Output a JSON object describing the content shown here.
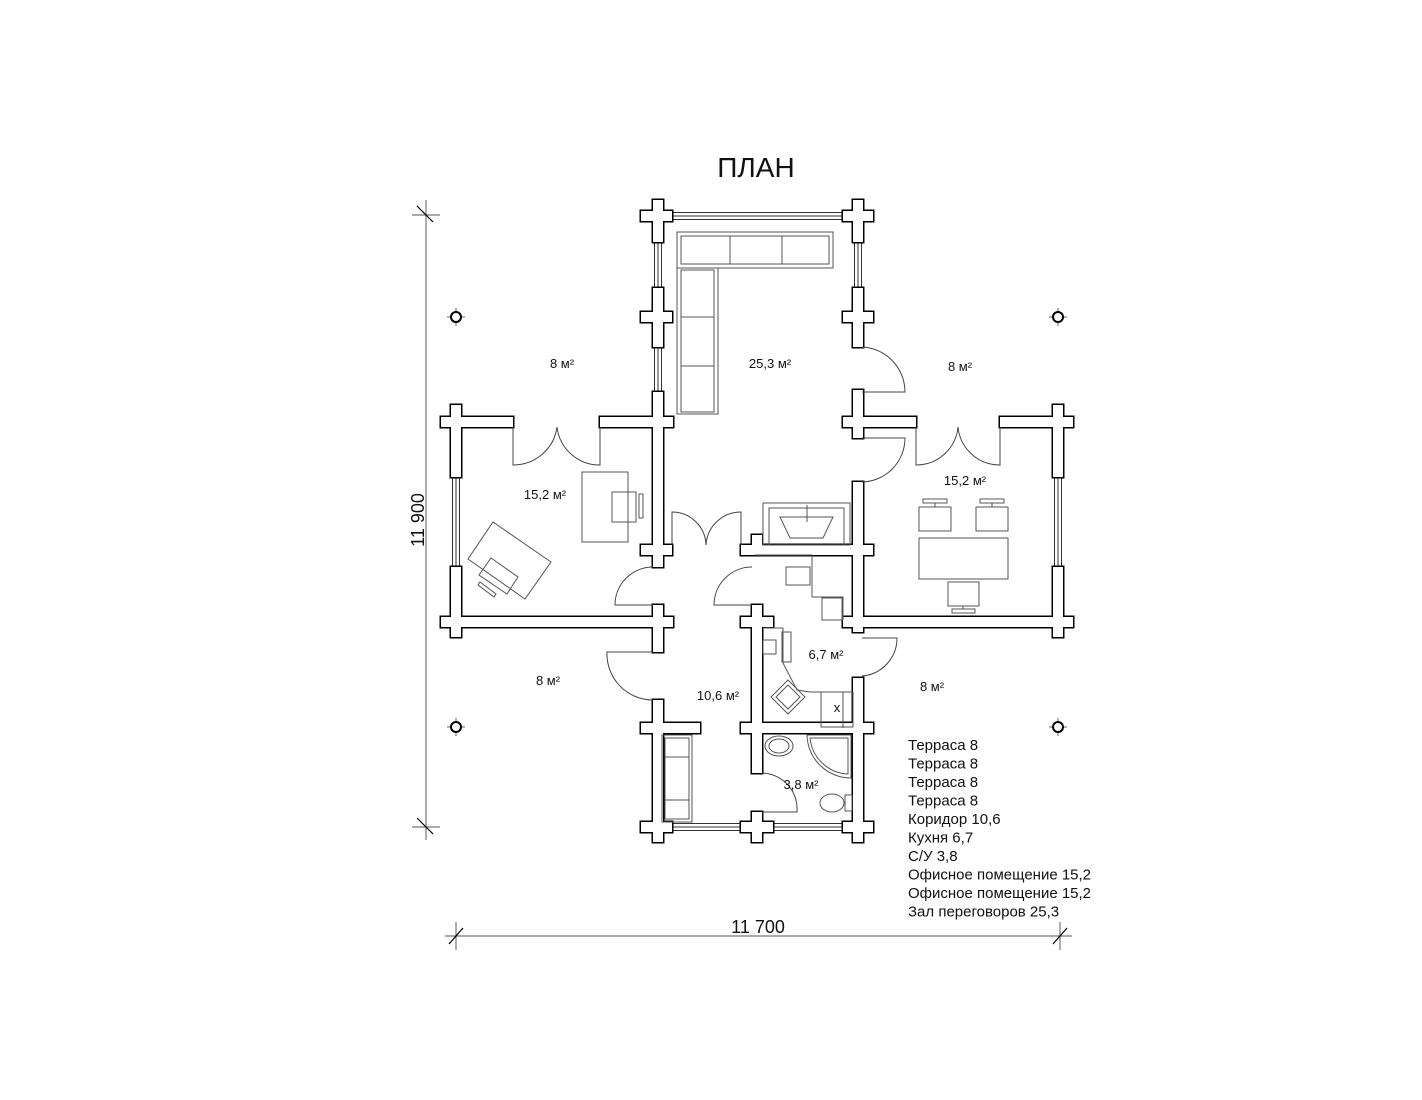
{
  "title": "ПЛАН",
  "dimensions": {
    "height": "11 900",
    "width": "11 700"
  },
  "rooms": {
    "terrace_nw": "8 м²",
    "terrace_ne": "8 м²",
    "terrace_sw": "8 м²",
    "terrace_se": "8 м²",
    "meeting_hall": "25,3 м²",
    "office_left": "15,2 м²",
    "office_right": "15,2 м²",
    "corridor": "10,6 м²",
    "kitchen": "6,7 м²",
    "wc": "3,8 м²",
    "kitchen_mark": "x"
  },
  "legend": [
    "Терраса 8",
    "Терраса 8",
    "Терраса 8",
    "Терраса 8",
    "Коридор 10,6",
    "Кухня 6,7",
    "С/У 3,8",
    "Офисное помещение 15,2",
    "Офисное помещение 15,2",
    "Зал переговоров 25,3"
  ]
}
